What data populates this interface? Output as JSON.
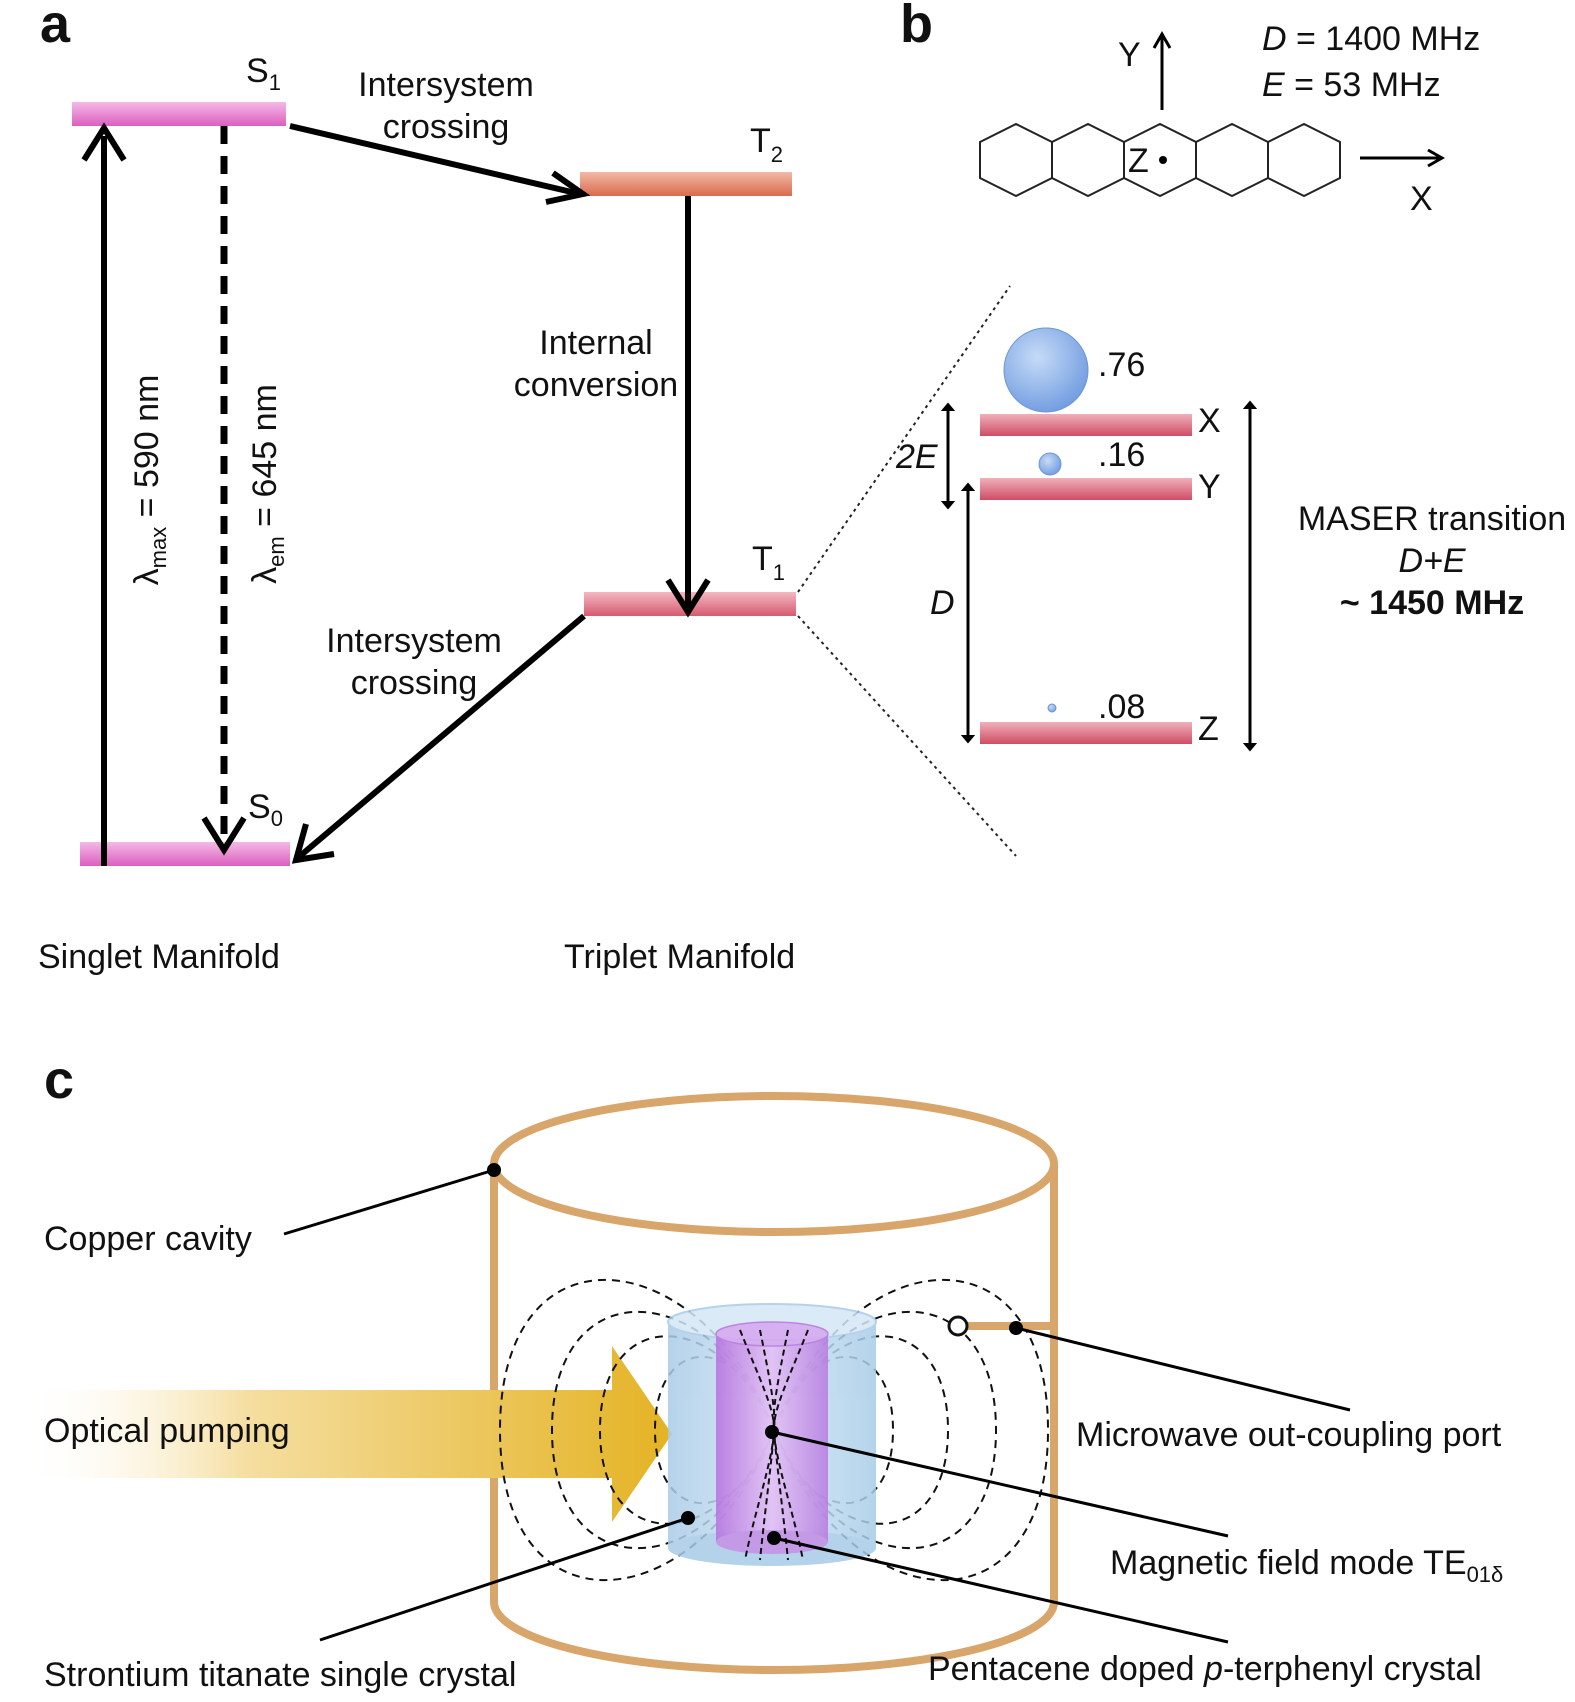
{
  "panel_a": {
    "letter": "a",
    "levels": {
      "s1": "S",
      "s1_sub": "1",
      "s0": "S",
      "s0_sub": "0",
      "t2": "T",
      "t2_sub": "2",
      "t1": "T",
      "t1_sub": "1"
    },
    "isc_top": [
      "Intersystem",
      "crossing"
    ],
    "internal_conversion": [
      "Internal",
      "conversion"
    ],
    "isc_bottom": [
      "Intersystem",
      "crossing"
    ],
    "absorption": {
      "symbol": "λ",
      "sub": "max",
      "value": " = 590 nm"
    },
    "emission": {
      "symbol": "λ",
      "sub": "em",
      "value": " = 645 nm"
    },
    "singlet_manifold": "Singlet Manifold",
    "triplet_manifold": "Triplet Manifold"
  },
  "panel_b": {
    "letter": "b",
    "d_param": {
      "symbol": "D",
      "value": " = 1400 MHz"
    },
    "e_param": {
      "symbol": "E",
      "value": " = 53 MHz"
    },
    "axes": {
      "x": "X",
      "y": "Y",
      "z": "Z"
    },
    "populations": [
      {
        "level": "X",
        "value": ".76"
      },
      {
        "level": "Y",
        "value": ".16"
      },
      {
        "level": "Z",
        "value": ".08"
      }
    ],
    "gap_2e": "2E",
    "gap_d": "D",
    "maser_title": "MASER transition",
    "maser_formula": "D+E",
    "maser_value": "~ 1450 MHz"
  },
  "panel_c": {
    "letter": "c",
    "labels": {
      "copper_cavity": "Copper cavity",
      "optical_pumping": "Optical pumping",
      "microwave_port": "Microwave out-coupling port",
      "magnetic_mode": "Magnetic field mode TE",
      "magnetic_mode_sub": "01δ",
      "strontium": "Strontium titanate single crystal",
      "pentacene_pre": "Pentacene doped ",
      "pentacene_italic": "p",
      "pentacene_post": "-terphenyl crystal"
    }
  },
  "colors": {
    "singlet_level": "#e679c8",
    "t2_level": "#e1866a",
    "t1_level": "#dc6d80",
    "sublevel": "#d9687c",
    "population_dot": "#8fb3e8",
    "copper": "#d8a56a",
    "pump_arrow": "#e6be3a",
    "crystal_blue": "#b9d8ef",
    "crystal_purple": "#c78ee8"
  }
}
